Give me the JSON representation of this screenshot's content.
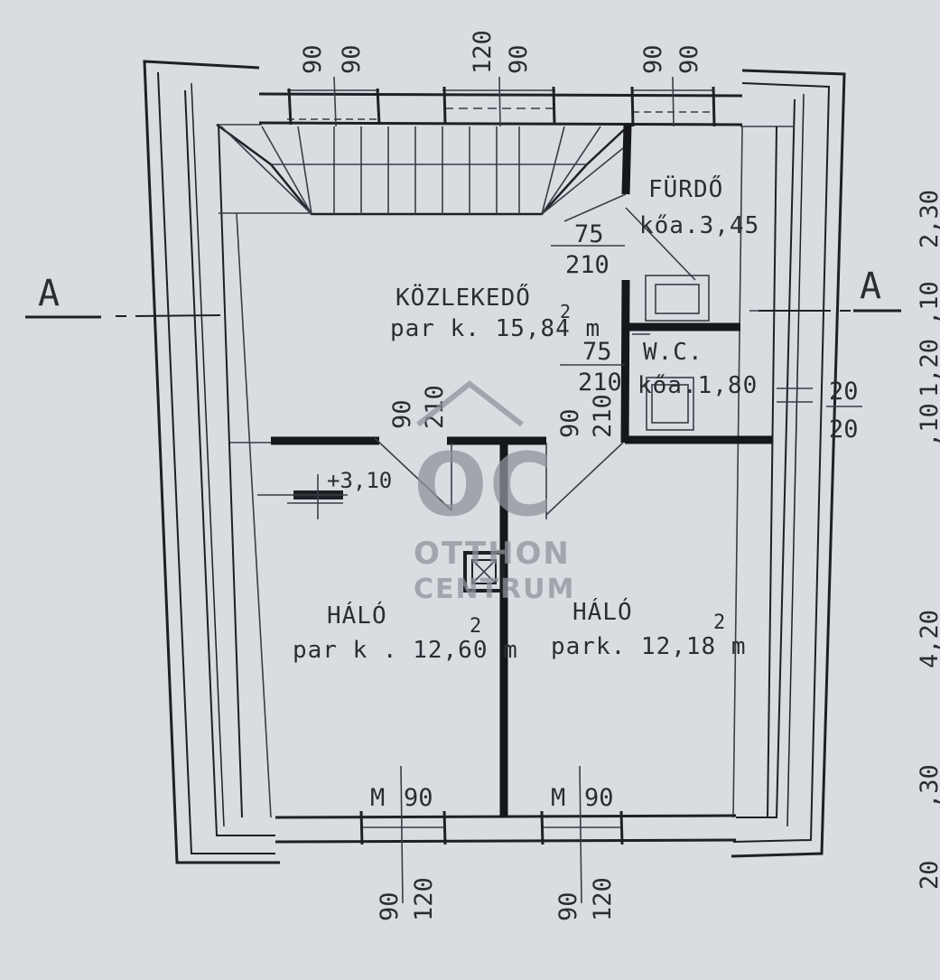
{
  "section_marks": {
    "left": "A",
    "right": "A"
  },
  "rooms": {
    "bathroom": {
      "name": "FÜRDŐ",
      "area": "kőa.3,45"
    },
    "hall": {
      "name": "KÖZLEKEDŐ",
      "area": "par k. 15,84 m",
      "sup": "2"
    },
    "wc": {
      "name": "W.C.",
      "area": "kőa.1,80"
    },
    "bedroom_left": {
      "name": "HÁLÓ",
      "area": "par k . 12,60 m",
      "sup": "2"
    },
    "bedroom_right": {
      "name": "HÁLÓ",
      "area": "park. 12,18 m",
      "sup": "2"
    }
  },
  "windows_top": [
    {
      "width": "90",
      "height": "90"
    },
    {
      "width": "120",
      "height": "90"
    },
    {
      "width": "90",
      "height": "90"
    }
  ],
  "windows_bottom": [
    {
      "width": "90",
      "height": "120"
    },
    {
      "width": "90",
      "height": "120"
    }
  ],
  "doors": {
    "bathroom": {
      "width": "75",
      "height": "210"
    },
    "wc": {
      "width": "75",
      "height": "210"
    },
    "bedroom_left": {
      "width": "90",
      "height": "210"
    },
    "bedroom_right": {
      "width": "90",
      "height": "210"
    }
  },
  "bottom_window_marks": [
    {
      "label": "M",
      "width": "90"
    },
    {
      "label": "M",
      "width": "90"
    }
  ],
  "level_mark": "+3,10",
  "small_opening": {
    "width": "20",
    "height": "20"
  },
  "right_dims": [
    "2,30",
    ",10",
    "1,20",
    ",10",
    "4,20",
    ",30",
    "20"
  ],
  "watermark": {
    "logo": "OC",
    "line1": "OTTHON",
    "line2": "CENTRUM"
  }
}
